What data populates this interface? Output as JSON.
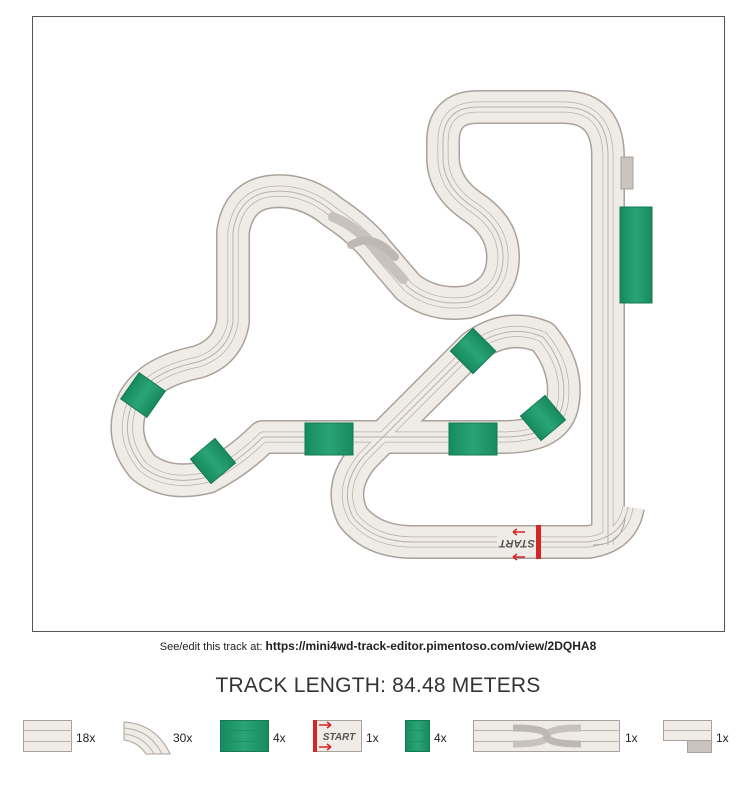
{
  "link": {
    "prefix": "See/edit this track at:",
    "url": "https://mini4wd-track-editor.pimentoso.com/view/2DQHA8"
  },
  "length": {
    "label": "TRACK LENGTH:",
    "value": "84.48",
    "unit": "METERS"
  },
  "track": {
    "start_label": "START"
  },
  "legend": [
    {
      "piece": "straight",
      "count": "18x"
    },
    {
      "piece": "curve",
      "count": "30x"
    },
    {
      "piece": "slope-straight",
      "count": "4x"
    },
    {
      "piece": "start",
      "count": "1x",
      "label": "START"
    },
    {
      "piece": "half-slope",
      "count": "4x"
    },
    {
      "piece": "lane-changer",
      "count": "1x"
    },
    {
      "piece": "end-piece",
      "count": "1x"
    }
  ],
  "colors": {
    "track_fill": "#efebe7",
    "track_edge": "#a9a29c",
    "lane_line": "#b9b2ab",
    "slope_green": "#1f9a6c",
    "start_red": "#d42626"
  }
}
